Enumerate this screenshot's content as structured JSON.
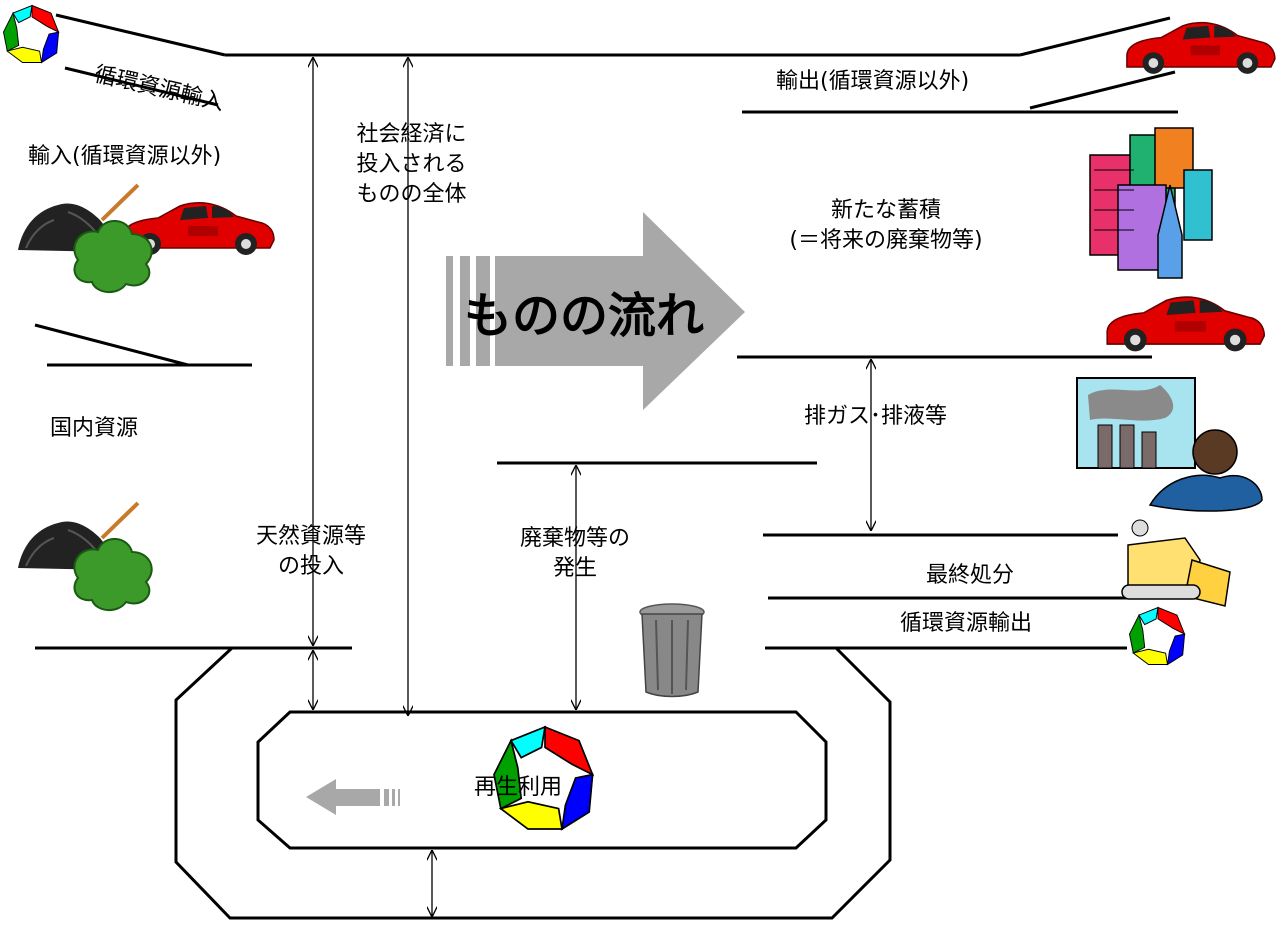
{
  "labels": {
    "recycled_import": "循環資源輸入",
    "import_other": "輸入(循環資源以外)",
    "domestic_resources": "国内資源",
    "total_input": [
      "社会経済に",
      "投入される",
      "ものの全体"
    ],
    "natural_input": [
      "天然資源等",
      "の投入"
    ],
    "flow_of_materials": "ものの流れ",
    "export_other": "輸出(循環資源以外)",
    "new_stock": [
      "新たな蓄積",
      "(＝将来の廃棄物等)"
    ],
    "emissions": "排ガス･排液等",
    "waste_generation": [
      "廃棄物等の",
      "発生"
    ],
    "final_disposal": "最終処分",
    "recycled_export": "循環資源輸出",
    "recycling": "再生利用"
  },
  "icons": {
    "car": "car-icon",
    "recycle": "recycle-cycle-icon",
    "coal_tree": "coal-and-tree-icon",
    "buildings": "city-buildings-icon",
    "factory": "factory-pollution-icon",
    "bulldozer": "bulldozer-icon",
    "trash": "trash-can-icon"
  },
  "colors": {
    "line": "#000000",
    "big_arrow": "#a8a8a8",
    "car": "#e00000",
    "tree": "#3c9a2a",
    "coal": "#222222",
    "recycle_segments": [
      "#ff0000",
      "#00a000",
      "#00ffff",
      "#0000ff",
      "#ff00ff",
      "#ffff00",
      "#008080",
      "#ff8000"
    ]
  }
}
